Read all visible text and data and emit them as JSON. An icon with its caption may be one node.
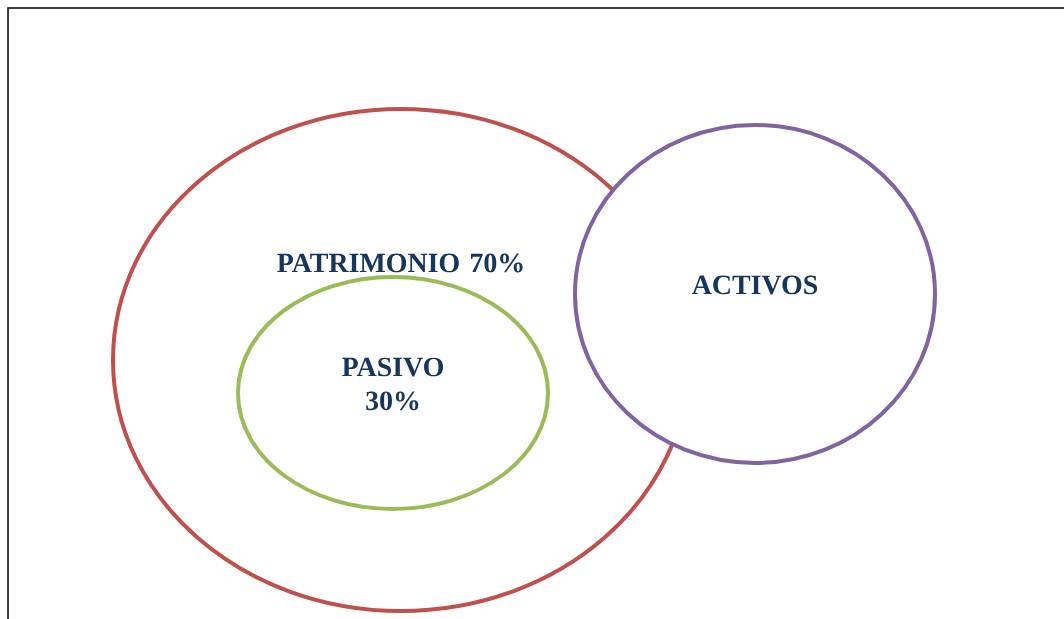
{
  "diagram": {
    "nodes": [
      {
        "text": [
          "PATRIMONIO 70%"
        ]
      },
      {
        "text": [
          "PASIVO 30%"
        ],
        "in": 0
      },
      {
        "text": [
          "ACTIVOS"
        ]
      }
    ]
  }
}
